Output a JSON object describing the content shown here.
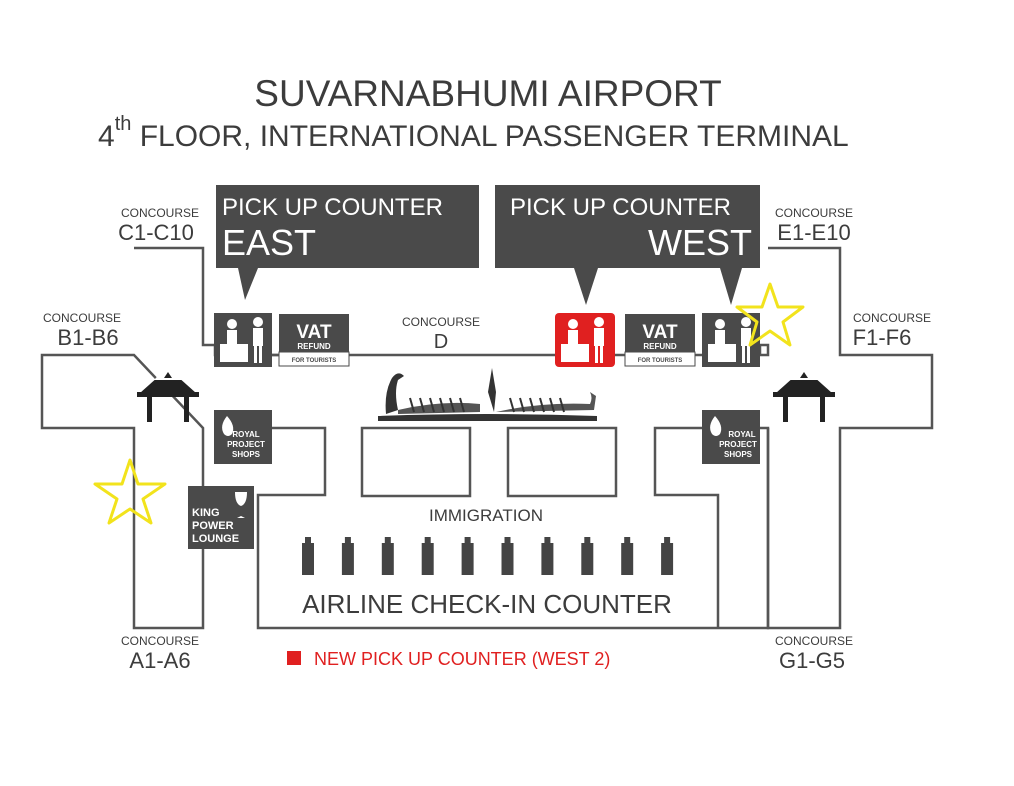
{
  "title": {
    "line1": "SUVARNABHUMI AIRPORT",
    "line2_num": "4",
    "line2_sup": "th",
    "line2_rest": " FLOOR, INTERNATIONAL PASSENGER TERMINAL"
  },
  "concourses": [
    {
      "small": "CONCOURSE",
      "big": "C1-C10"
    },
    {
      "small": "CONCOURSE",
      "big": "E1-E10"
    },
    {
      "small": "CONCOURSE",
      "big": "B1-B6"
    },
    {
      "small": "CONCOURSE",
      "big": "F1-F6"
    },
    {
      "small": "CONCOURSE",
      "big": "D"
    },
    {
      "small": "CONCOURSE",
      "big": "A1-A6"
    },
    {
      "small": "CONCOURSE",
      "big": "G1-G5"
    }
  ],
  "pickup_east": {
    "line1": "PICK UP COUNTER",
    "line2": "EAST"
  },
  "pickup_west": {
    "line1": "PICK UP COUNTER",
    "line2": "WEST"
  },
  "vat": {
    "big": "VAT",
    "mid": "REFUND",
    "small": "FOR TOURISTS"
  },
  "royal": {
    "line1": "ROYAL",
    "line2": "PROJECT",
    "line3": "SHOPS"
  },
  "lounge": {
    "line1": "KING",
    "line2": "POWER",
    "line3": "LOUNGE"
  },
  "immigration": "IMMIGRATION",
  "checkin": "AIRLINE CHECK-IN COUNTER",
  "legend": {
    "label": "NEW PICK UP COUNTER (WEST 2)",
    "color": "#e02020"
  },
  "colors": {
    "dark": "#4a4a4a",
    "red": "#e02020",
    "star": "#f2e31c"
  },
  "markers": {
    "star_count": 2,
    "kiosk_count": 10
  }
}
